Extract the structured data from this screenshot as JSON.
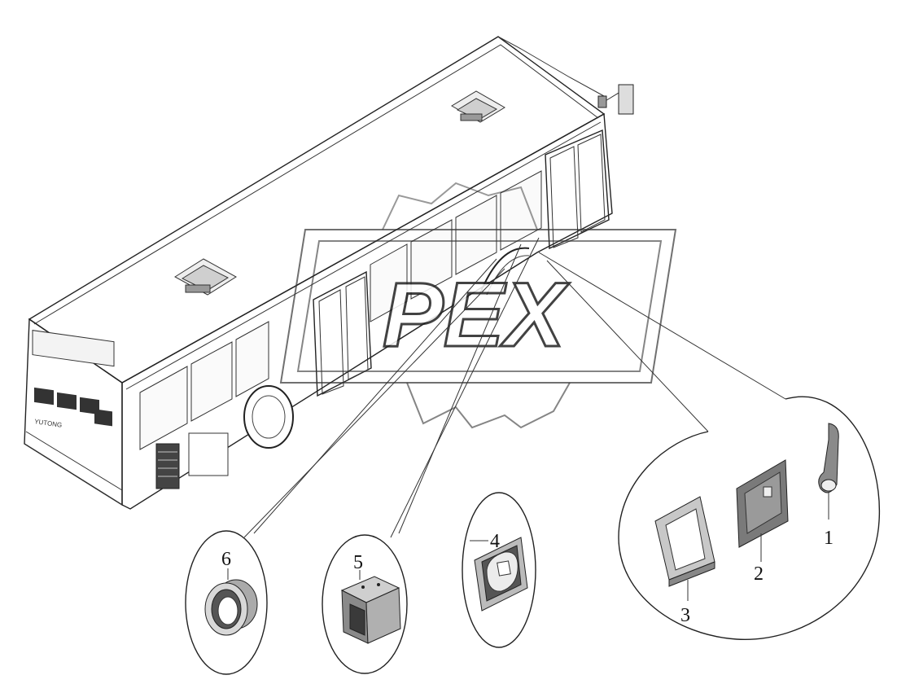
{
  "watermark": {
    "text": "PEX"
  },
  "bus": {
    "front_label": "YUTONG"
  },
  "callouts": [
    {
      "id": "part-1",
      "number": "1"
    },
    {
      "id": "part-2",
      "number": "2"
    },
    {
      "id": "part-3",
      "number": "3"
    },
    {
      "id": "part-4",
      "number": "4"
    },
    {
      "id": "part-5",
      "number": "5"
    },
    {
      "id": "part-6",
      "number": "6"
    }
  ]
}
